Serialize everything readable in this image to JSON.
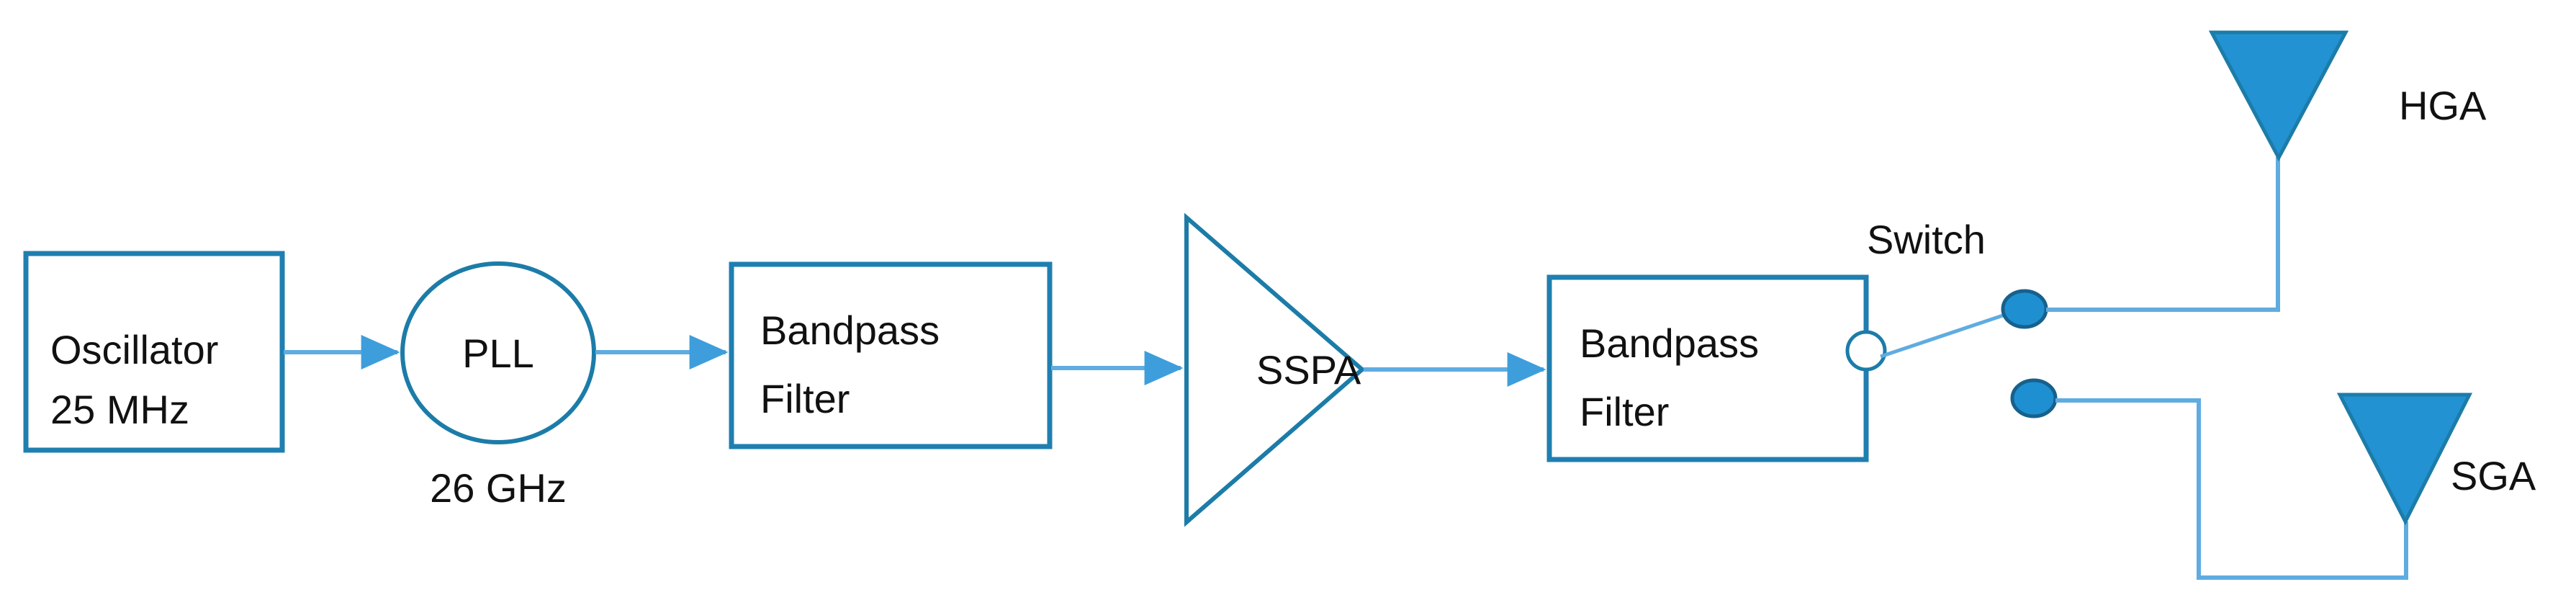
{
  "diagram": {
    "title": "RF transmit chain block diagram",
    "colors": {
      "box_stroke": "#1F7FB0",
      "shape_stroke": "#1C7CA8",
      "connector": "#5FACE0",
      "antenna_fill": "#2292D2",
      "antenna_stroke": "#1C7CA8",
      "switch_dot": "#1E90D2",
      "text": "#111111",
      "background": "#FFFFFF"
    },
    "blocks": {
      "oscillator": {
        "name": "oscillator-block",
        "line1": "Oscillator",
        "line2": "25 MHz"
      },
      "pll": {
        "name": "pll-block",
        "label": "PLL",
        "caption": "26 GHz"
      },
      "bandpass_filter_1": {
        "name": "bandpass-filter-1",
        "line1": "Bandpass",
        "line2": "Filter"
      },
      "sspa": {
        "name": "sspa-amplifier",
        "label": "SSPA"
      },
      "bandpass_filter_2": {
        "name": "bandpass-filter-2",
        "line1": "Bandpass",
        "line2": "Filter"
      },
      "switch": {
        "name": "rf-switch",
        "label": "Switch",
        "throw_count": 2,
        "selected_throw": "HGA"
      },
      "hga": {
        "name": "high-gain-antenna",
        "label": "HGA"
      },
      "sga": {
        "name": "secondary-gain-antenna",
        "label": "SGA"
      }
    },
    "signal_flow": [
      "Oscillator 25 MHz",
      "PLL",
      "Bandpass Filter",
      "SSPA",
      "Bandpass Filter",
      "Switch",
      "HGA / SGA"
    ]
  }
}
